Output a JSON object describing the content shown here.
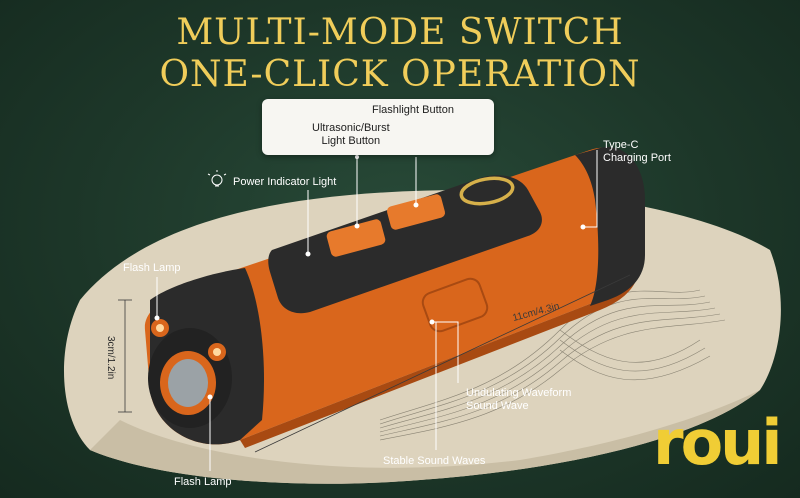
{
  "headline": {
    "line1": "MULTI-MODE SWITCH",
    "line2": "ONE-CLICK OPERATION"
  },
  "callouts": {
    "flashlight_button": "Flashlight Button",
    "ultrasonic_button_l1": "Ultrasonic/Burst",
    "ultrasonic_button_l2": "Light Button",
    "type_c_l1": "Type-C",
    "type_c_l2": "Charging Port",
    "power_indicator": "Power Indicator Light",
    "flash_lamp_top": "Flash Lamp",
    "flash_lamp_bottom": "Flash Lamp",
    "undulating_l1": "Undulating Waveform",
    "undulating_l2": "Sound Wave",
    "stable_waves": "Stable Sound Waves"
  },
  "dimensions": {
    "height": "3cm/1.2in",
    "length": "11cm/4.3in"
  },
  "brand": {
    "logo": "roui"
  },
  "colors": {
    "background": "#1f3a2c",
    "headline": "#f0cd5a",
    "device_orange": "#d9661c",
    "device_dark": "#2b2b2b",
    "logo": "#f0cd35"
  }
}
